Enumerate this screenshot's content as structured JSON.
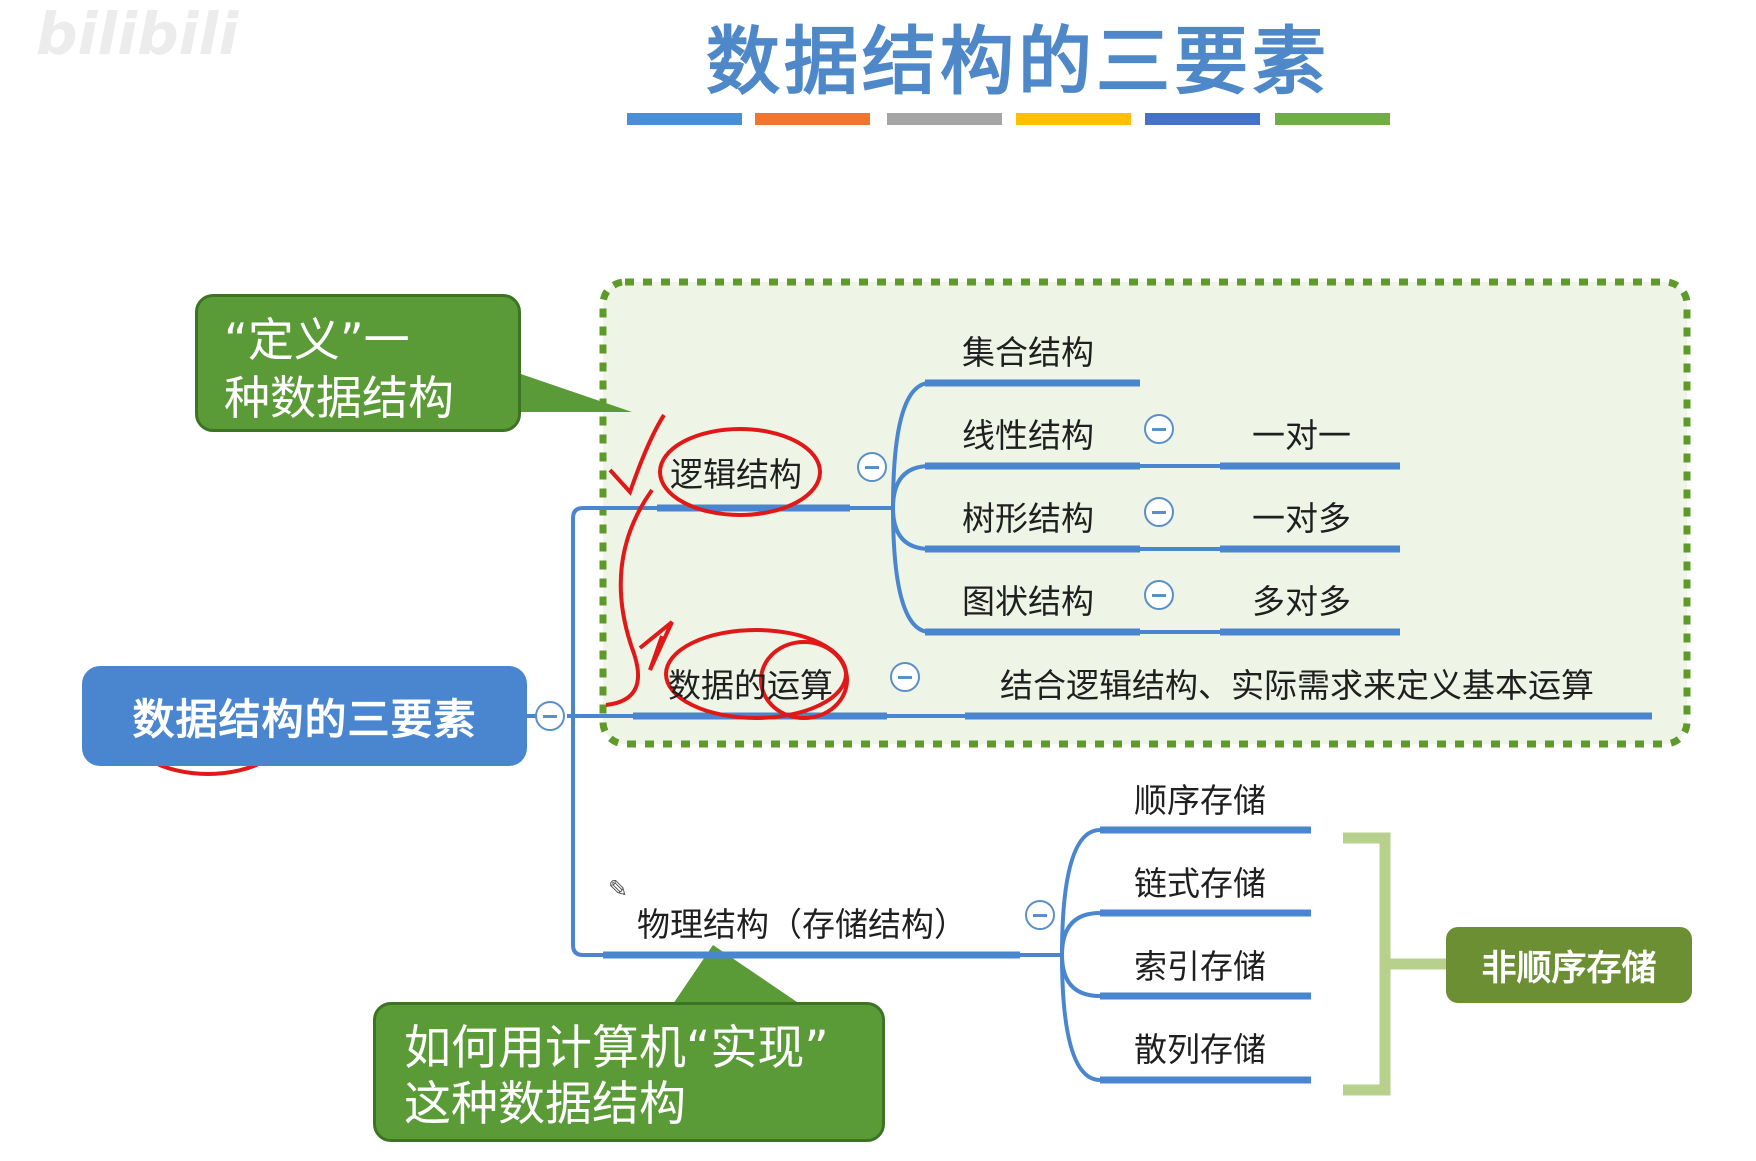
{
  "watermark": "bilibili",
  "title": "数据结构的三要素",
  "color_bar": [
    "#4a8fd6",
    "#ee7630",
    "#a5a5a5",
    "#ffc000",
    "#4472c4",
    "#70ad47"
  ],
  "root": "数据结构的三要素",
  "callout_define": "“定义”一种数据结构",
  "callout_define_lines": [
    "“定义”一",
    "种数据结构"
  ],
  "callout_impl_lines": [
    "如何用计算机“实现”",
    "这种数据结构"
  ],
  "logic": {
    "label": "逻辑结构",
    "children": [
      {
        "label": "集合结构",
        "relation": ""
      },
      {
        "label": "线性结构",
        "relation": "一对一"
      },
      {
        "label": "树形结构",
        "relation": "一对多"
      },
      {
        "label": "图状结构",
        "relation": "多对多"
      }
    ]
  },
  "operation": {
    "label": "数据的运算",
    "detail": "结合逻辑结构、实际需求来定义基本运算"
  },
  "physical": {
    "label": "物理结构（存储结构）",
    "children": [
      "顺序存储",
      "链式存储",
      "索引存储",
      "散列存储"
    ],
    "group_label": "非顺序存储"
  }
}
